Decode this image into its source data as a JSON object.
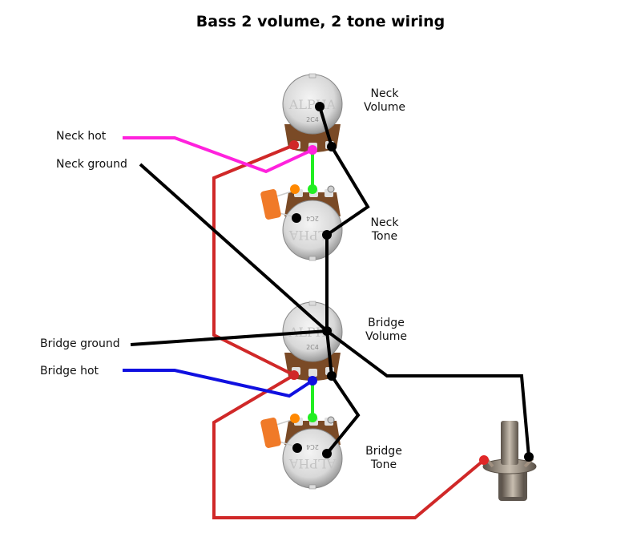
{
  "title": "Bass 2 volume, 2 tone wiring",
  "inputs": {
    "neck_hot": "Neck hot",
    "neck_ground": "Neck ground",
    "bridge_ground": "Bridge ground",
    "bridge_hot": "Bridge hot"
  },
  "pots": {
    "neck_volume": {
      "line1": "Neck",
      "line2": "Volume",
      "marking": "2C4",
      "brand": "ALPHA"
    },
    "neck_tone": {
      "line1": "Neck",
      "line2": "Tone",
      "marking": "2C4",
      "brand": "ALPHA"
    },
    "bridge_volume": {
      "line1": "Bridge",
      "line2": "Volume",
      "marking": "2C4",
      "brand": "ALPHA"
    },
    "bridge_tone": {
      "line1": "Bridge",
      "line2": "Tone",
      "marking": "2C4",
      "brand": "ALPHA"
    }
  },
  "wire_colors": {
    "hot_output": "#d02828",
    "neck_hot": "#ff22dd",
    "bridge_hot": "#1010e0",
    "ground": "#000000",
    "pot_to_tone": "#22ee22",
    "capacitor_lead": "#ff8800"
  }
}
